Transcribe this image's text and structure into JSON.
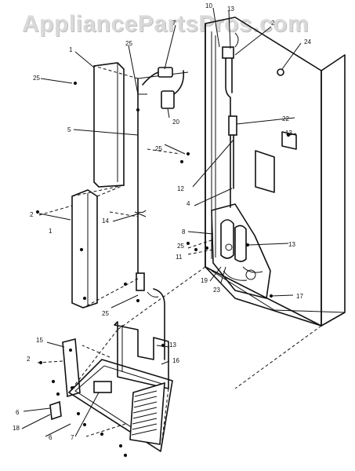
{
  "watermark": "AppliancePartsPros.com",
  "callouts": {
    "c1a": "1",
    "c1b": "1",
    "c2a": "2",
    "c2b": "2",
    "c2c": "2",
    "c4": "4",
    "c5": "5",
    "c6a": "6",
    "c6b": "6",
    "c7": "7",
    "c7b": "7",
    "c8": "8",
    "c10": "10",
    "c11": "11",
    "c12": "12",
    "c13a": "13",
    "c13b": "13",
    "c13c": "13",
    "c13d": "13",
    "c14": "14",
    "c15": "15",
    "c16": "16",
    "c17": "17",
    "c18": "18",
    "c19": "19",
    "c20": "20",
    "c22": "22",
    "c23": "23",
    "c24": "24",
    "c25a": "25",
    "c25b": "25",
    "c25c": "25",
    "c25d": "25",
    "c25e": "25"
  }
}
